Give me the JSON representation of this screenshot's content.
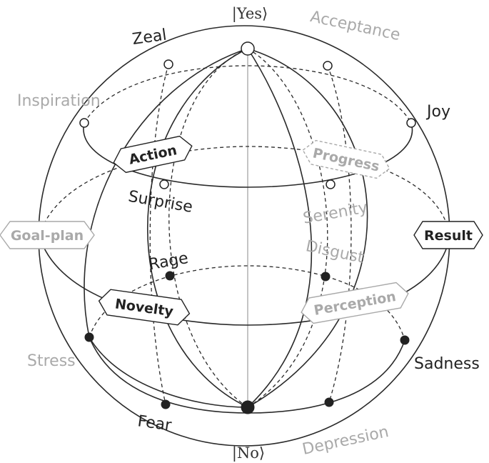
{
  "states": {
    "yes": "|Yes⟩",
    "no": "|No⟩"
  },
  "emotions": {
    "zeal": "Zeal",
    "acceptance": "Acceptance",
    "inspiration": "Inspiration",
    "joy": "Joy",
    "surprise": "Surprise",
    "serenity": "Serenity",
    "rage": "Rage",
    "disgust": "Disgust",
    "stress": "Stress",
    "sadness": "Sadness",
    "fear": "Fear",
    "depression": "Depression"
  },
  "stages": {
    "action": "Action",
    "progress": "Progress",
    "goal_plan": "Goal-plan",
    "result": "Result",
    "novelty": "Novelty",
    "perception": "Perception"
  },
  "colors": {
    "dark": "#222222",
    "light": "#a9a9a9"
  }
}
